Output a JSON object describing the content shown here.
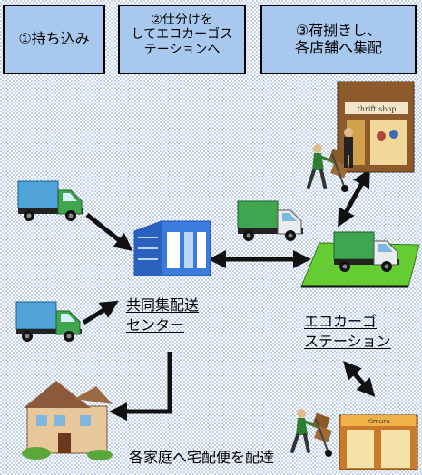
{
  "steps": [
    {
      "label": "①持ち込み"
    },
    {
      "label": "②仕分けを\nしてエコカーゴス\nテーションへ"
    },
    {
      "label": "③荷捌きし、\n各店舗へ集配"
    }
  ],
  "labels": {
    "center": "共同集配送\nセンター",
    "station": "エコカーゴ\nステーション",
    "home_delivery": "各家庭へ宅配便を配達"
  },
  "shop_signs": [
    "thrift shop",
    "Kimura"
  ],
  "colors": {
    "step_box": "#a8c8ee",
    "truck_cargo": "#4fa3d8",
    "truck_cab": "#3fa54f",
    "center_building": "#3b7be0",
    "station_pad": "#66cc33"
  }
}
